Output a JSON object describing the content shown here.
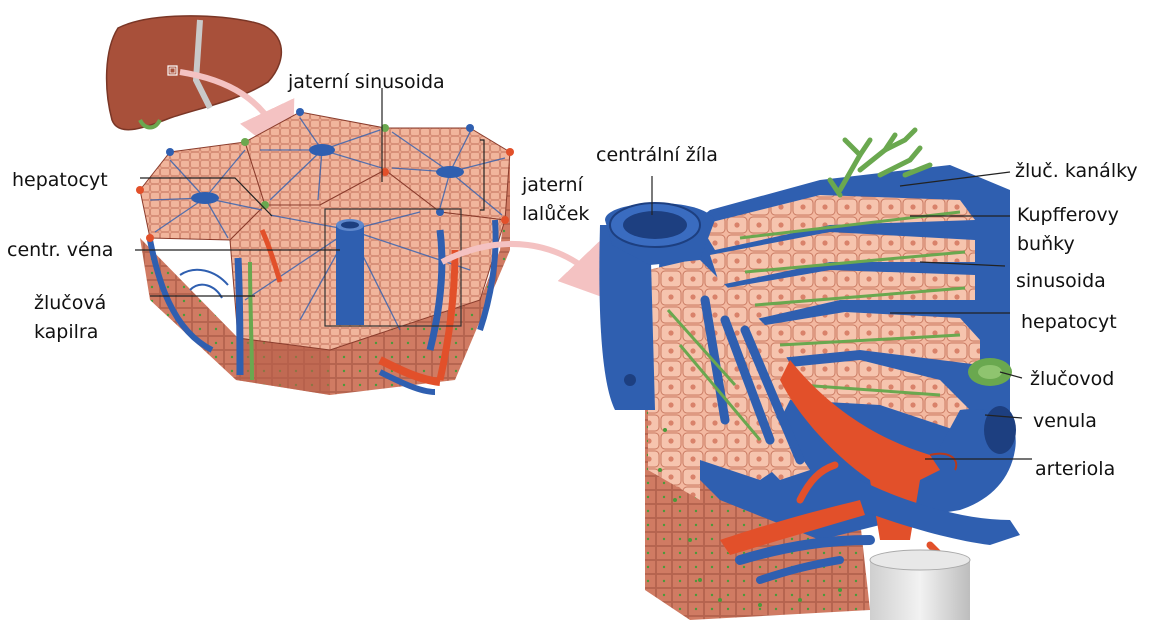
{
  "labels": {
    "jaterni_sinusoida": "jaterní sinusoida",
    "hepatocyt_left": "hepatocyt",
    "jaterni_lalucek_1": "jaterní",
    "jaterni_lalucek_2": "lalůček",
    "centr_vena": "centr. véna",
    "zlucova_kapilra_1": "žlučová",
    "zlucova_kapilra_2": "kapilra",
    "centralni_zila": "centrální žíla",
    "zluc_kanalky": "žluč. kanálky",
    "kupfferovy_1": "Kupfferovy",
    "kupfferovy_2": "buňky",
    "sinusoida": "sinusoida",
    "hepatocyt_right": "hepatocyt",
    "zlucovod": "žlučovod",
    "venula": "venula",
    "arteriola": "arteriola"
  },
  "colors": {
    "vein_blue": "#2f5fb0",
    "artery_red": "#e2502a",
    "bile_green": "#6aa84f",
    "liver_brown": "#a8503a",
    "hepatocyte_pink": "#f2b49c",
    "cut_face": "#c9705a",
    "arrow_pink": "#f4c2c2"
  }
}
